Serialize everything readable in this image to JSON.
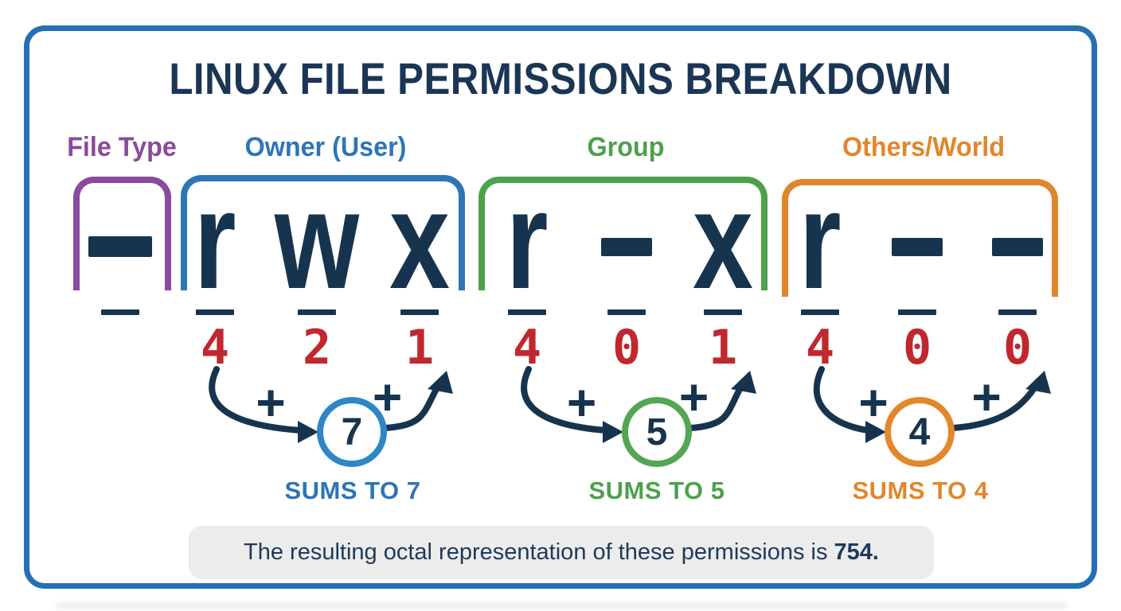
{
  "title": "LINUX FILE PERMISSIONS BREAKDOWN",
  "permission_string": "-rwxr-xr--",
  "sections": [
    {
      "label": "File Type",
      "color": "#8a4a9d",
      "chars": "-"
    },
    {
      "label": "Owner (User)",
      "color": "#2e75b8",
      "chars": "rwx"
    },
    {
      "label": "Group",
      "color": "#4da14d",
      "chars": "r-x"
    },
    {
      "label": "Others/World",
      "color": "#e0862c",
      "chars": "r--"
    }
  ],
  "digit_values": [
    4,
    2,
    1,
    4,
    0,
    1,
    4,
    0,
    0
  ],
  "digit_color": "#c0282e",
  "plus_sign": "+",
  "sum_groups": [
    {
      "sum": "7",
      "label": "SUMS TO 7",
      "ring_color": "#2e86c9",
      "label_color": "#2e74b5"
    },
    {
      "sum": "5",
      "label": "SUMS TO 5",
      "ring_color": "#53a653",
      "label_color": "#4da14d"
    },
    {
      "sum": "4",
      "label": "SUMS TO 4",
      "ring_color": "#e2882a",
      "label_color": "#e0862c"
    }
  ],
  "footer": {
    "text_prefix": "The resulting octal representation of these permissions is ",
    "octal_value": "754."
  },
  "colors": {
    "frame": "#2470b4",
    "navy_text": "#17344f",
    "footer_bg": "#ececec"
  }
}
